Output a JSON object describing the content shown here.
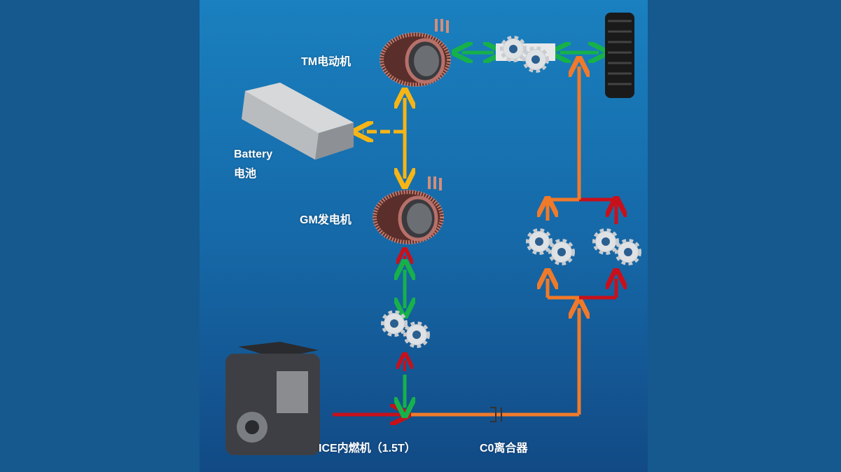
{
  "labels": {
    "tm": "TM电动机",
    "battery_en": "Battery",
    "battery_cn": "电池",
    "gm": "GM发电机",
    "ice": "ICE内燃机（1.5T）",
    "clutch": "C0离合器"
  },
  "colors": {
    "orange": "#f07a2a",
    "red": "#c8101a",
    "green": "#16b14a",
    "yellow": "#f7b515"
  }
}
